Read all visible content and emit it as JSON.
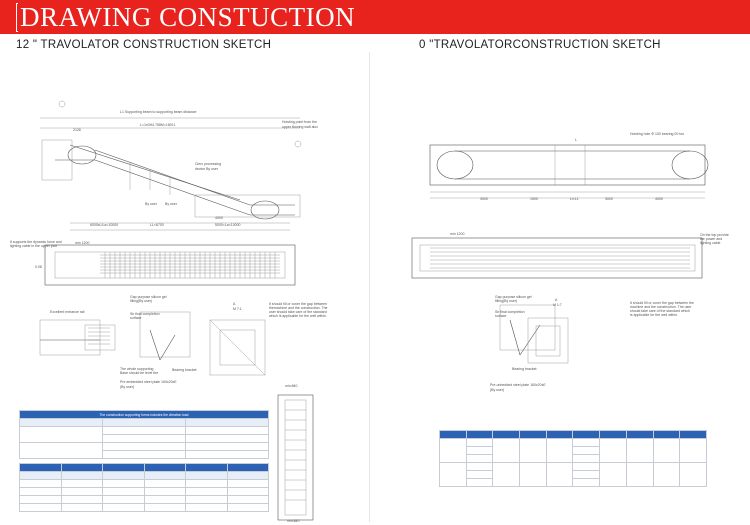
{
  "banner": {
    "title": "DRAWING CONSTUCTION"
  },
  "left": {
    "heading": "12 \" TRAVOLATOR CONSTRUCTION SKETCH"
  },
  "right": {
    "heading": "0 \"TRAVOLATORCONSTRUCTION SKETCH"
  },
  "colors": {
    "banner": "#e8231d",
    "table_header": "#2b62b4"
  }
}
